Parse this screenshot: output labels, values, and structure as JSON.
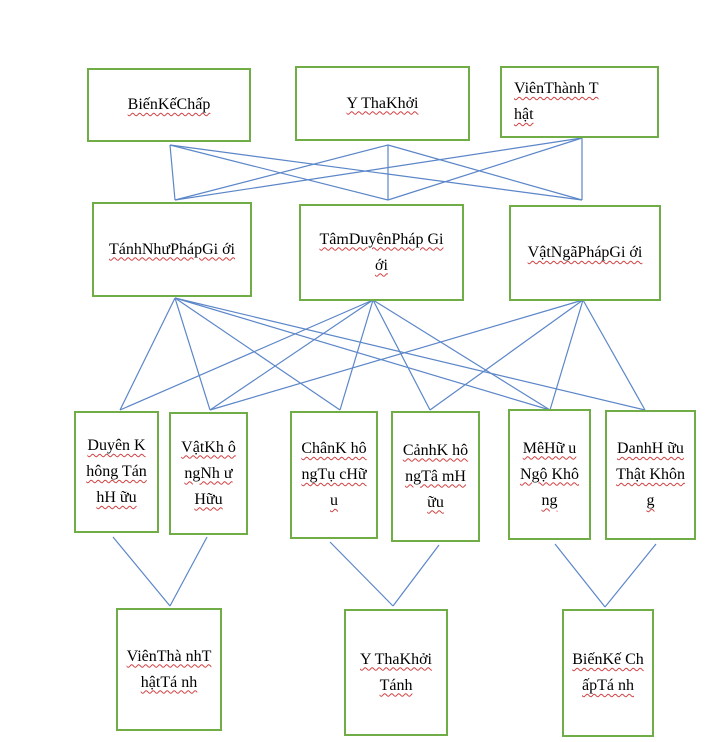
{
  "diagram": {
    "colors": {
      "box_border": "#70ad47",
      "connector": "#5b86c8",
      "underline": "#d04040"
    },
    "top_row": [
      {
        "id": "bien-ke-chap",
        "label": "BiếnKếChấp"
      },
      {
        "id": "y-tha-khoi",
        "label": "Y ThaKhởi"
      },
      {
        "id": "vien-thanh-that",
        "label": "ViênThành Thật"
      }
    ],
    "second_row": [
      {
        "id": "tanh-nhu-phap-gioi",
        "label": "TánhNhưPhápGi ới"
      },
      {
        "id": "tam-duyen-phap-gioi",
        "label": "TâmDuyênPháp Giới"
      },
      {
        "id": "vat-nga-phap-gioi",
        "label": "VậtNgãPhápGi ới"
      }
    ],
    "third_row": [
      {
        "id": "duyen-khong-tanh-huu",
        "label": "Duyên Không TánhH ữu"
      },
      {
        "id": "vat-khong-nhu-huu",
        "label": "VậtKh ôngNh ưHữu"
      },
      {
        "id": "chan-khong-tuc-huu",
        "label": "ChânK hôngTụ cHữu"
      },
      {
        "id": "canh-khong-tam-huu",
        "label": "CảnhK hôngTâ mHữu"
      },
      {
        "id": "me-huu-ngo-khong",
        "label": "MêHữ uNgộ Không"
      },
      {
        "id": "danh-huu-that-khong",
        "label": "DanhH ữuThật Không"
      }
    ],
    "bottom_row": [
      {
        "id": "vien-thanh-that-tanh",
        "label": "ViênThà nhThậtTá nh"
      },
      {
        "id": "y-tha-khoi-tanh",
        "label": "Y ThaKhởi Tánh"
      },
      {
        "id": "bien-ke-chap-tanh",
        "label": "BiếnKế ChấpTá nh"
      }
    ]
  }
}
